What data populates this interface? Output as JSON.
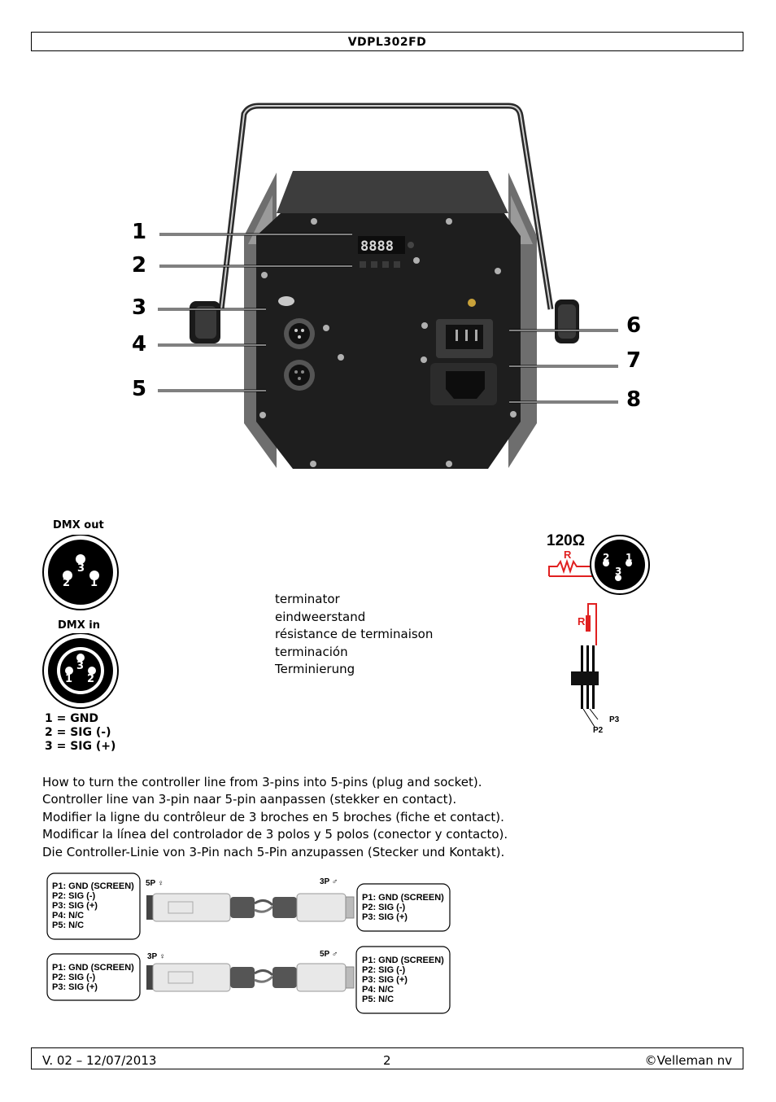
{
  "header": {
    "title": "VDPL302FD"
  },
  "device": {
    "display_digits": "8888",
    "callouts": [
      "1",
      "2",
      "3",
      "4",
      "5",
      "6",
      "7",
      "8"
    ]
  },
  "dmx": {
    "out_label": "DMX out",
    "in_label": "DMX in",
    "out_pins": [
      "3",
      "2",
      "1"
    ],
    "in_pins": [
      "3",
      "1",
      "2"
    ],
    "pin_legend": [
      "1 = GND",
      "2 = SIG (-)",
      "3 = SIG (+)"
    ]
  },
  "terminator": {
    "lines": [
      "terminator",
      "eindweerstand",
      "résistance de terminaison",
      "terminación",
      "Terminierung"
    ],
    "ohm_label": "120Ω",
    "resistor_label": "R",
    "pins": [
      "2",
      "1",
      "3"
    ],
    "wire_labels": [
      "P3",
      "P2"
    ]
  },
  "instructions": {
    "lines": [
      "How to turn the controller line from 3-pins into 5-pins (plug and socket).",
      "Controller line van 3-pin naar 5-pin aanpassen (stekker en contact).",
      "Modifier la ligne du contrôleur de 3 broches en 5 broches (fiche et contact).",
      "Modificar la línea del controlador de 3 polos y 5 polos (conector y contacto).",
      "Die Controller-Linie von 3-Pin nach 5-Pin anzupassen (Stecker und Kontakt)."
    ]
  },
  "cables": {
    "top": {
      "left_pins": [
        "P1: GND (SCREEN)",
        "P2: SIG (-)",
        "P3: SIG (+)",
        "P4: N/C",
        "P5: N/C"
      ],
      "left_connector": "5P ♀",
      "right_connector": "3P ♂",
      "right_pins": [
        "P1: GND (SCREEN)",
        "P2: SIG (-)",
        "P3: SIG (+)"
      ]
    },
    "bottom": {
      "left_pins": [
        "P1: GND (SCREEN)",
        "P2: SIG (-)",
        "P3: SIG (+)"
      ],
      "left_connector": "3P ♀",
      "right_connector": "5P ♂",
      "right_pins": [
        "P1: GND (SCREEN)",
        "P2: SIG (-)",
        "P3: SIG (+)",
        "P4: N/C",
        "P5: N/C"
      ]
    }
  },
  "footer": {
    "version": "V. 02 – 12/07/2013",
    "page": "2",
    "copyright": "©Velleman nv"
  }
}
